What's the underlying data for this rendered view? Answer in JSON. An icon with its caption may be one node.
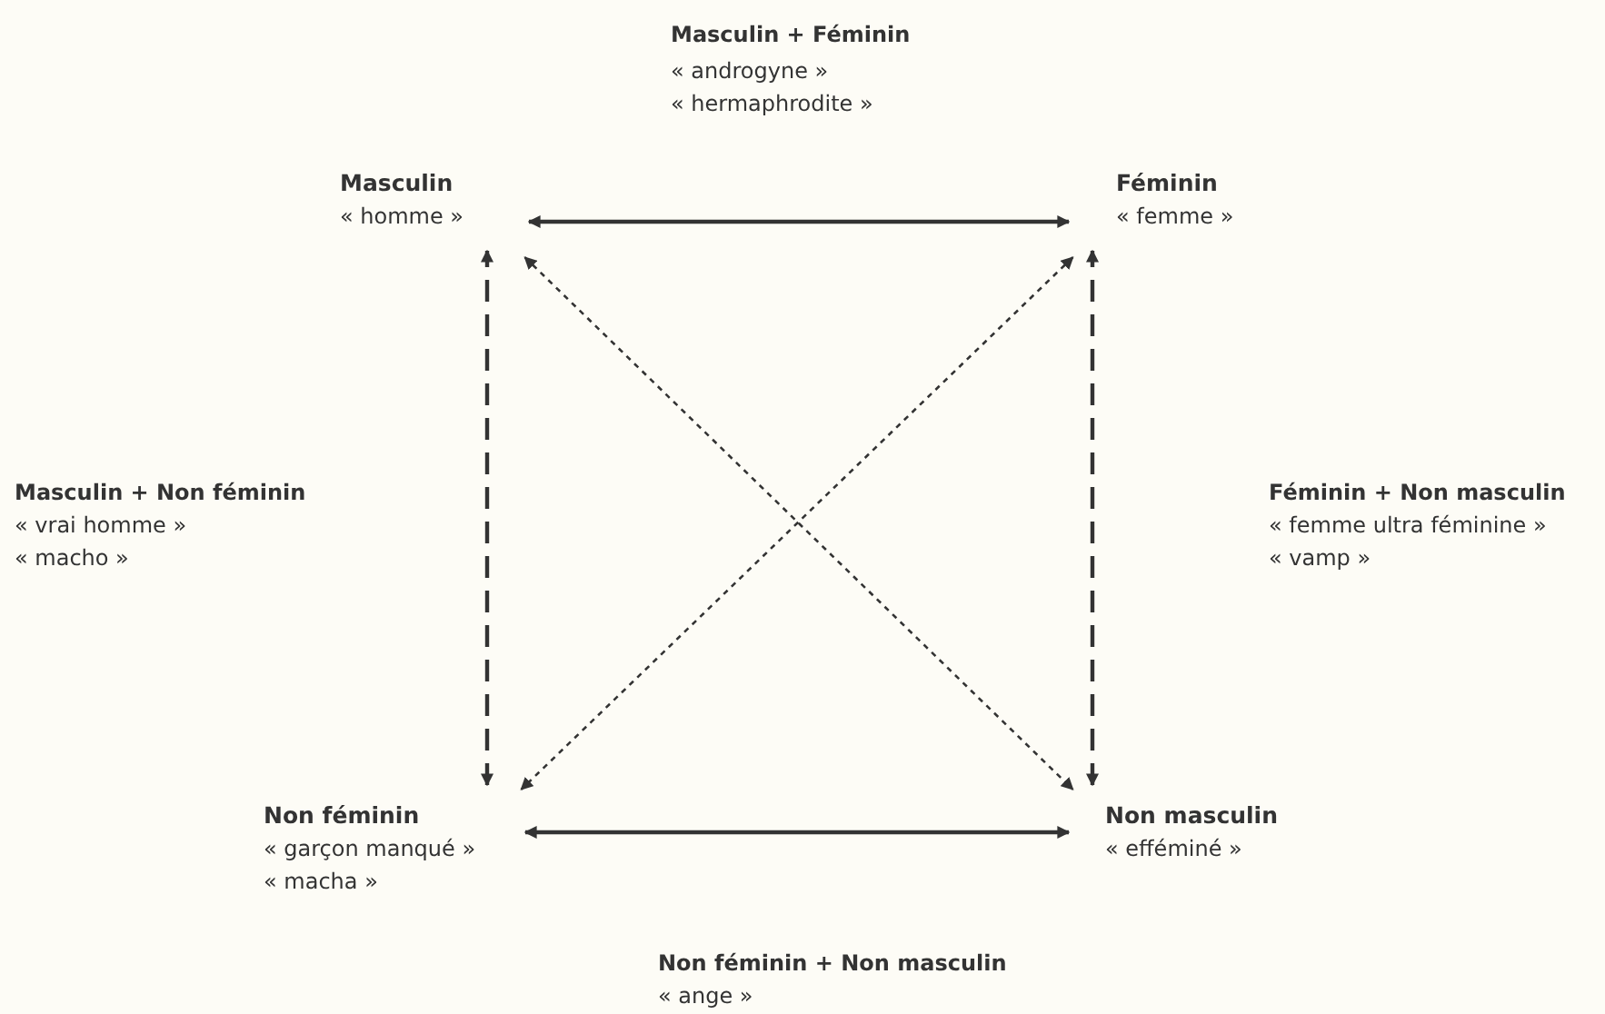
{
  "diagram": {
    "nodes": [
      {
        "text": [
          "Masculin",
          "« homme »"
        ]
      },
      {
        "text": [
          "Féminin",
          "« femme »"
        ]
      },
      {
        "text": [
          "Non féminin",
          "« garçon manqué »",
          "« macha »"
        ]
      },
      {
        "text": [
          "Non masculin",
          "« efféminé »"
        ]
      }
    ],
    "edges": [
      {
        "from": 0,
        "to": 1,
        "arrow": "both"
      },
      {
        "from": 2,
        "to": 3,
        "arrow": "both"
      },
      {
        "from": 2,
        "to": 0,
        "arrow": "both",
        "style": "dashed"
      },
      {
        "from": 3,
        "to": 1,
        "arrow": "both",
        "style": "dashed"
      },
      {
        "from": 0,
        "to": 3,
        "arrow": "both",
        "style": "dashed"
      },
      {
        "from": 1,
        "to": 2,
        "arrow": "both",
        "style": "dashed"
      }
    ],
    "labels": [
      "Masculin + Féminin",
      "« androgyne »",
      "« hermaphrodite »",
      "Masculin + Non féminin",
      "« vrai homme »",
      "« macho »",
      "Féminin + Non masculin",
      "« femme ultra féminine »",
      "« vamp »",
      "Non féminin + Non masculin",
      "« ange »"
    ]
  }
}
